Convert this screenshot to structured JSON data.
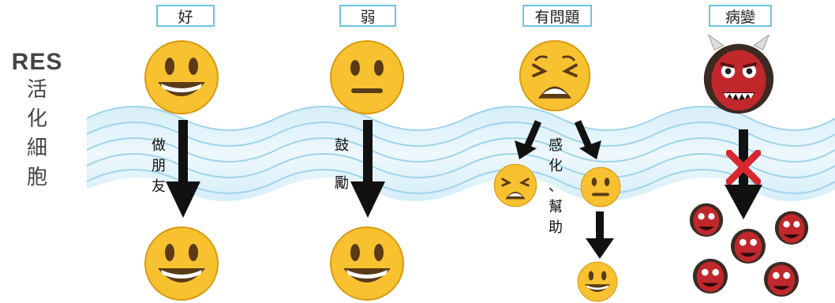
{
  "sidebar": {
    "title": "RES",
    "chars": [
      "活",
      "化",
      "細",
      "胞"
    ]
  },
  "columns": [
    {
      "header": "好",
      "action_chars": [
        "做",
        "朋",
        "友"
      ]
    },
    {
      "header": "弱",
      "action_chars": [
        "鼓",
        "勵"
      ]
    },
    {
      "header": "有問題",
      "action_chars": [
        "感",
        "化",
        "、",
        "幫",
        "助"
      ]
    },
    {
      "header": "病變",
      "action_chars": []
    }
  ],
  "colors": {
    "header_border": "#6cc4e4",
    "wave": "#bfe2f2",
    "face": "#f7c12f",
    "devil": "#c0282c",
    "cross": "#d6282e"
  },
  "icons": [
    "happy-face-icon",
    "neutral-face-icon",
    "weary-face-icon",
    "oni-mask-icon",
    "down-arrow-icon",
    "cross-icon"
  ]
}
